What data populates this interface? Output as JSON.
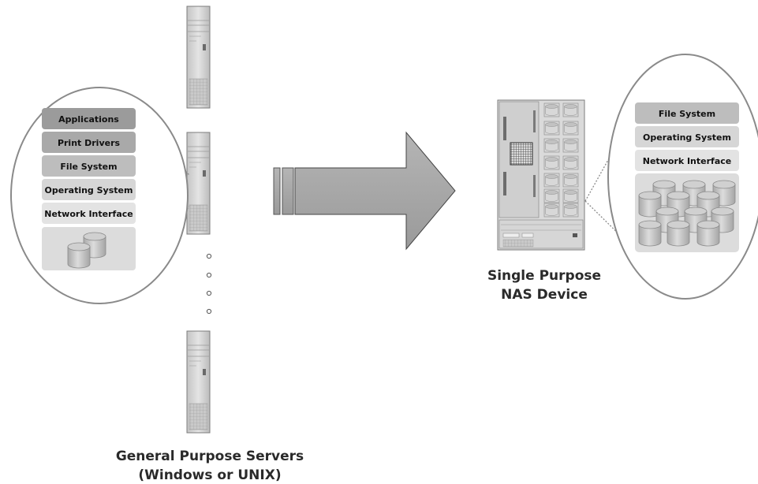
{
  "left_stack": {
    "layers": [
      {
        "label": "Applications",
        "fill": "#9b9b9b"
      },
      {
        "label": "Print Drivers",
        "fill": "#a9a9a9"
      },
      {
        "label": "File System",
        "fill": "#bdbdbd"
      },
      {
        "label": "Operating System",
        "fill": "#d6d6d6"
      },
      {
        "label": "Network Interface",
        "fill": "#e3e3e3"
      }
    ]
  },
  "right_stack": {
    "layers": [
      {
        "label": "File System",
        "fill": "#bdbdbd"
      },
      {
        "label": "Operating System",
        "fill": "#d6d6d6"
      },
      {
        "label": "Network Interface",
        "fill": "#e3e3e3"
      }
    ]
  },
  "captions": {
    "servers_line1": "General Purpose Servers",
    "servers_line2": "(Windows or UNIX)",
    "nas_line1": "Single Purpose",
    "nas_line2": "NAS Device"
  },
  "colors": {
    "outline": "#8a8a8a",
    "server_body": "#d2d2d2",
    "arrow_fill": "#a8a8a8",
    "disk_fill": "#c8c8c8"
  },
  "icons": [
    "server-tower-icon",
    "nas-cabinet-icon",
    "disk-cylinder-icon",
    "block-arrow-icon"
  ]
}
